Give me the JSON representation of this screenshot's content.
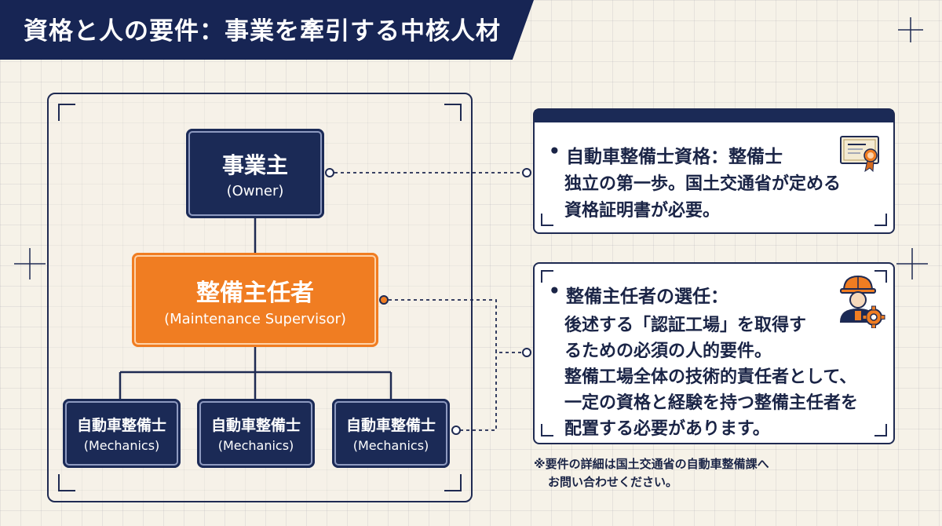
{
  "title": "資格と人の要件：事業を牽引する中核人材",
  "org_chart": {
    "owner": {
      "label_ja": "事業主",
      "label_en": "(Owner)"
    },
    "supervisor": {
      "label_ja": "整備主任者",
      "label_en": "(Maintenance Supervisor)"
    },
    "mechanics": [
      {
        "label_ja": "自動車整備士",
        "label_en": "(Mechanics)"
      },
      {
        "label_ja": "自動車整備士",
        "label_en": "(Mechanics)"
      },
      {
        "label_ja": "自動車整備士",
        "label_en": "(Mechanics)"
      }
    ]
  },
  "card_mechanic": {
    "bullet": "•",
    "title": "自動車整備士資格：整備士",
    "lines": [
      "独立の第一歩。国土交通省が定める",
      "資格証明書が必要。"
    ],
    "icon": "certificate-icon"
  },
  "card_supervisor": {
    "bullet": "•",
    "title": "整備主任者の選任：",
    "lines": [
      "後述する「認証工場」を取得す",
      "るための必須の人的要件。",
      "整備工場全体の技術的責任者として、",
      "一定の資格と経験を持つ整備主任者を",
      "配置する必要があります。"
    ],
    "icon": "worker-gear-icon"
  },
  "footnote": {
    "line1": "※要件の詳細は国土交通省の自動車整備課へ",
    "line2": "お問い合わせください。"
  },
  "colors": {
    "navy": "#1b2a56",
    "orange": "#f07d22",
    "background": "#f6f2e8"
  }
}
